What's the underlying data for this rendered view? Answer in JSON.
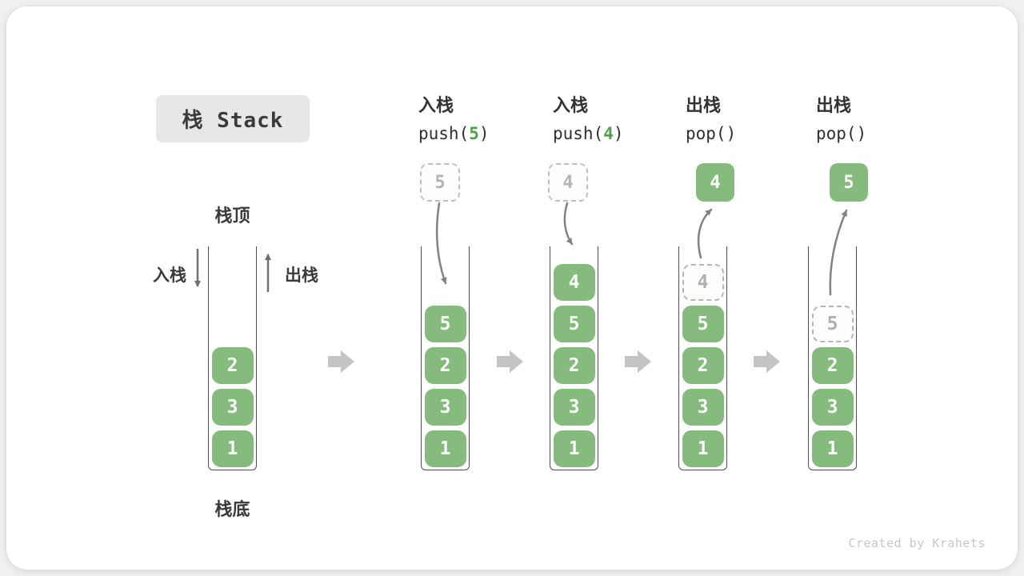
{
  "title": {
    "label": "栈 Stack"
  },
  "credit": "Created by Krahets",
  "colors": {
    "item_green": "#85bb7d",
    "code_accent_green": "#4e9e4b",
    "flow_arrow_gray": "#c4c4c4",
    "curve_arrow_gray": "#828282",
    "dashed_border_gray": "#c0c0c0",
    "container_border": "#4f4f4f",
    "title_bg": "#e7e7e7"
  },
  "initial_column": {
    "top_label": "栈顶",
    "bottom_label": "栈底",
    "push_label": "入栈",
    "pop_label": "出栈",
    "stack": [
      {
        "v": "1"
      },
      {
        "v": "3"
      },
      {
        "v": "2"
      }
    ]
  },
  "operations": [
    {
      "id": "push-5",
      "cn": "入栈",
      "code_prefix": "push(",
      "code_arg": "5",
      "code_suffix": ")",
      "float_value": "5",
      "float_style": "dashed",
      "stack": [
        {
          "v": "1"
        },
        {
          "v": "3"
        },
        {
          "v": "2"
        },
        {
          "v": "5"
        }
      ]
    },
    {
      "id": "push-4",
      "cn": "入栈",
      "code_prefix": "push(",
      "code_arg": "4",
      "code_suffix": ")",
      "float_value": "4",
      "float_style": "dashed",
      "stack": [
        {
          "v": "1"
        },
        {
          "v": "3"
        },
        {
          "v": "2"
        },
        {
          "v": "5"
        },
        {
          "v": "4"
        }
      ]
    },
    {
      "id": "pop-4",
      "cn": "出栈",
      "code_prefix": "pop(",
      "code_arg": "",
      "code_suffix": ")",
      "float_value": "4",
      "float_style": "solid",
      "stack": [
        {
          "v": "1"
        },
        {
          "v": "3"
        },
        {
          "v": "2"
        },
        {
          "v": "5"
        },
        {
          "v": "4",
          "ghost": true
        }
      ]
    },
    {
      "id": "pop-5",
      "cn": "出栈",
      "code_prefix": "pop(",
      "code_arg": "",
      "code_suffix": ")",
      "float_value": "5",
      "float_style": "solid",
      "stack": [
        {
          "v": "1"
        },
        {
          "v": "3"
        },
        {
          "v": "2"
        },
        {
          "v": "5",
          "ghost": true
        }
      ]
    }
  ]
}
